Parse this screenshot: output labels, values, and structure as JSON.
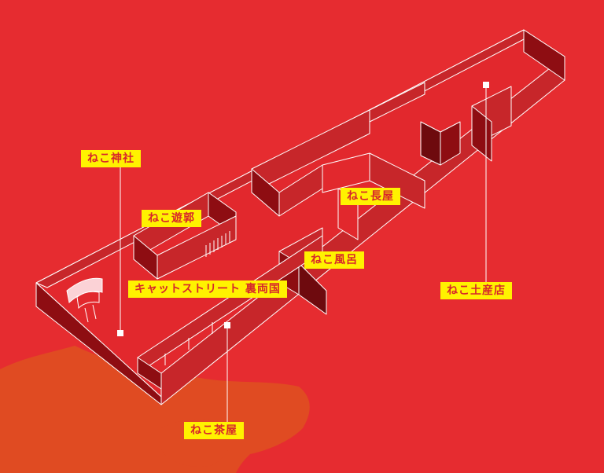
{
  "labels": {
    "jinja": "ねこ神社",
    "yukaku": "ねこ遊郭",
    "nagaya": "ねこ長屋",
    "furo": "ねこ風呂",
    "street": "キャットストリート 裏両国",
    "miyage": "ねこ土産店",
    "chaya": "ねこ茶屋"
  },
  "colors": {
    "background": "#e62c30",
    "floor": "#e2282d",
    "wall_top": "#c7262a",
    "wall_side": "#8e0d12",
    "wall_dark": "#6e0a0e",
    "outline": "#ffffff",
    "label_bg": "#fff200",
    "label_text": "#d7262b",
    "water": "#e04b22"
  }
}
